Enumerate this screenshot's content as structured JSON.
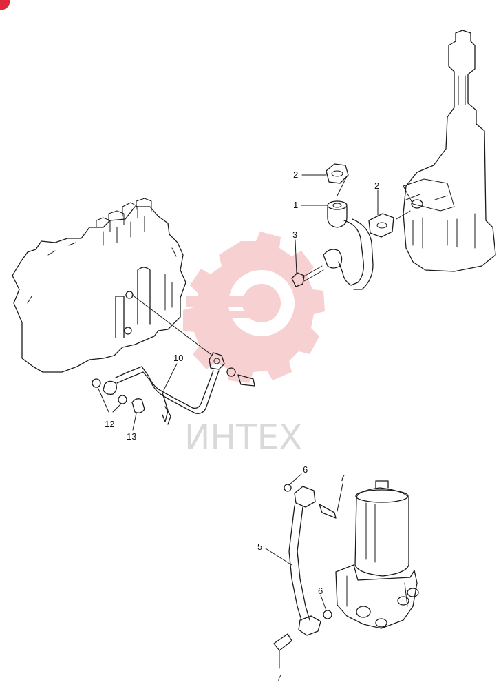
{
  "watermark": {
    "text": "ИНТЕХ",
    "gear_color": "#f7d0d2",
    "text_color": "#d9d9d9"
  },
  "corner_badge_color": "#e0283a",
  "callouts": {
    "c1": "1",
    "c2a": "2",
    "c2b": "2",
    "c3": "3",
    "c5": "5",
    "c6a": "6",
    "c6b": "6",
    "c7a": "7",
    "c7b": "7",
    "c10": "10",
    "c12": "12",
    "c13": "13"
  }
}
